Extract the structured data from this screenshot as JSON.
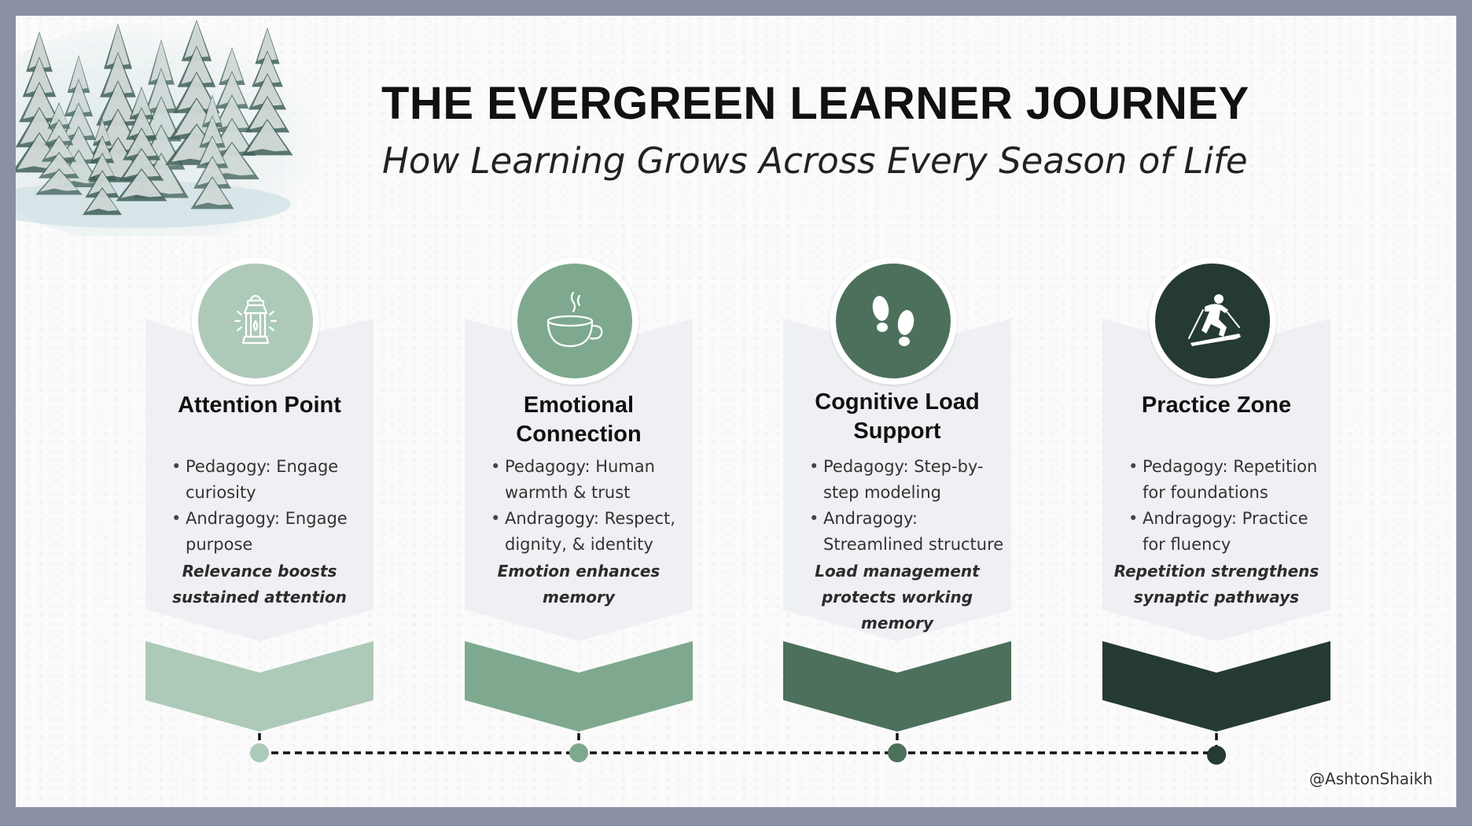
{
  "header": {
    "title": "THE EVERGREEN LEARNER JOURNEY",
    "subtitle": "How Learning Grows Across Every Season of Life"
  },
  "stages": [
    {
      "title": "Attention Point",
      "icon": "lantern-icon",
      "color": "#adc9b8",
      "bullets": [
        "Pedagogy: Engage curiosity",
        "Andragogy: Engage purpose"
      ],
      "takeaway": "Relevance boosts sustained attention"
    },
    {
      "title": "Emotional Connection",
      "icon": "coffee-cup-icon",
      "color": "#7ea98e",
      "bullets": [
        "Pedagogy: Human warmth & trust",
        "Andragogy: Respect, dignity, & identity"
      ],
      "takeaway": "Emotion enhances memory"
    },
    {
      "title": "Cognitive Load Support",
      "icon": "footprints-icon",
      "color": "#4c705b",
      "bullets": [
        "Pedagogy: Step-by-step modeling",
        "Andragogy: Streamlined structure"
      ],
      "takeaway": "Load management protects working memory"
    },
    {
      "title": "Practice Zone",
      "icon": "skier-icon",
      "color": "#253a31",
      "bullets": [
        "Pedagogy: Repetition for foundations",
        "Andragogy: Practice for fluency"
      ],
      "takeaway": "Repetition strengthens synaptic pathways"
    }
  ],
  "colors": {
    "panel_bg": "#eef0f3",
    "frame": "#8a90a5"
  },
  "footer": {
    "handle": "@AshtonShaikh"
  }
}
